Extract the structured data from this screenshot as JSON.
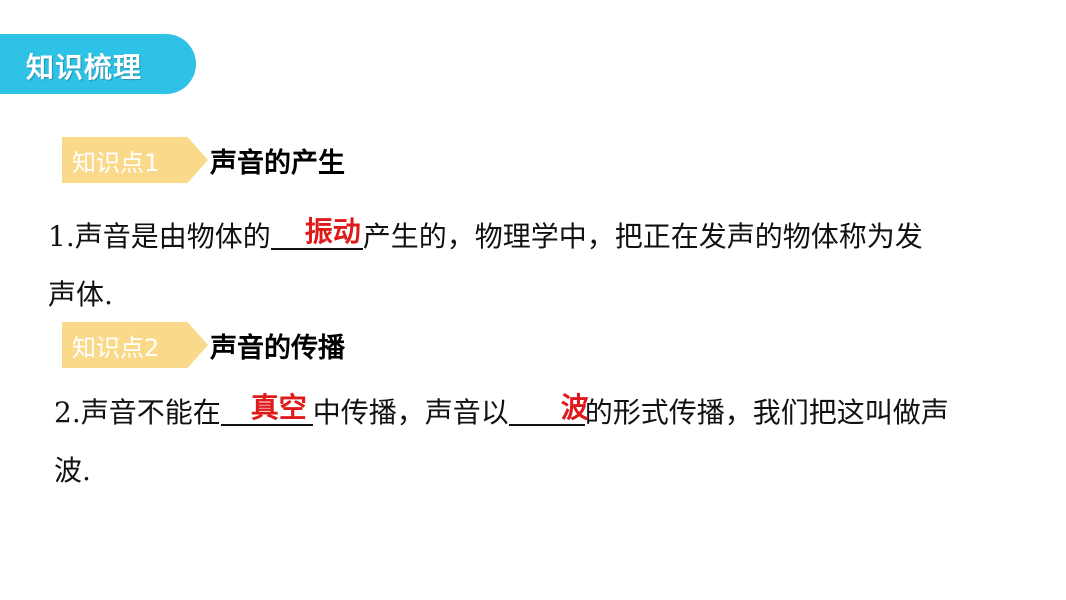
{
  "banner": {
    "title": "知识梳理"
  },
  "kp1": {
    "tag": "知识点1",
    "title": "声音的产生"
  },
  "q1": {
    "line1_before": "1.声音是由物体的",
    "answer": "振动",
    "line1_after": "产生的，物理学中，把正在发声的物体称为发",
    "line2": "声体."
  },
  "kp2": {
    "tag": "知识点2",
    "title": "声音的传播"
  },
  "q2": {
    "line1_before": "2.声音不能在",
    "answer1": "真空",
    "middle": "中传播，声音以",
    "answer2": "波",
    "line1_after": "的形式传播，我们把这叫做声",
    "line2": "波."
  },
  "colors": {
    "banner": "#2ec3e6",
    "tag": "#fbd98b",
    "answer": "#e01a1a"
  }
}
